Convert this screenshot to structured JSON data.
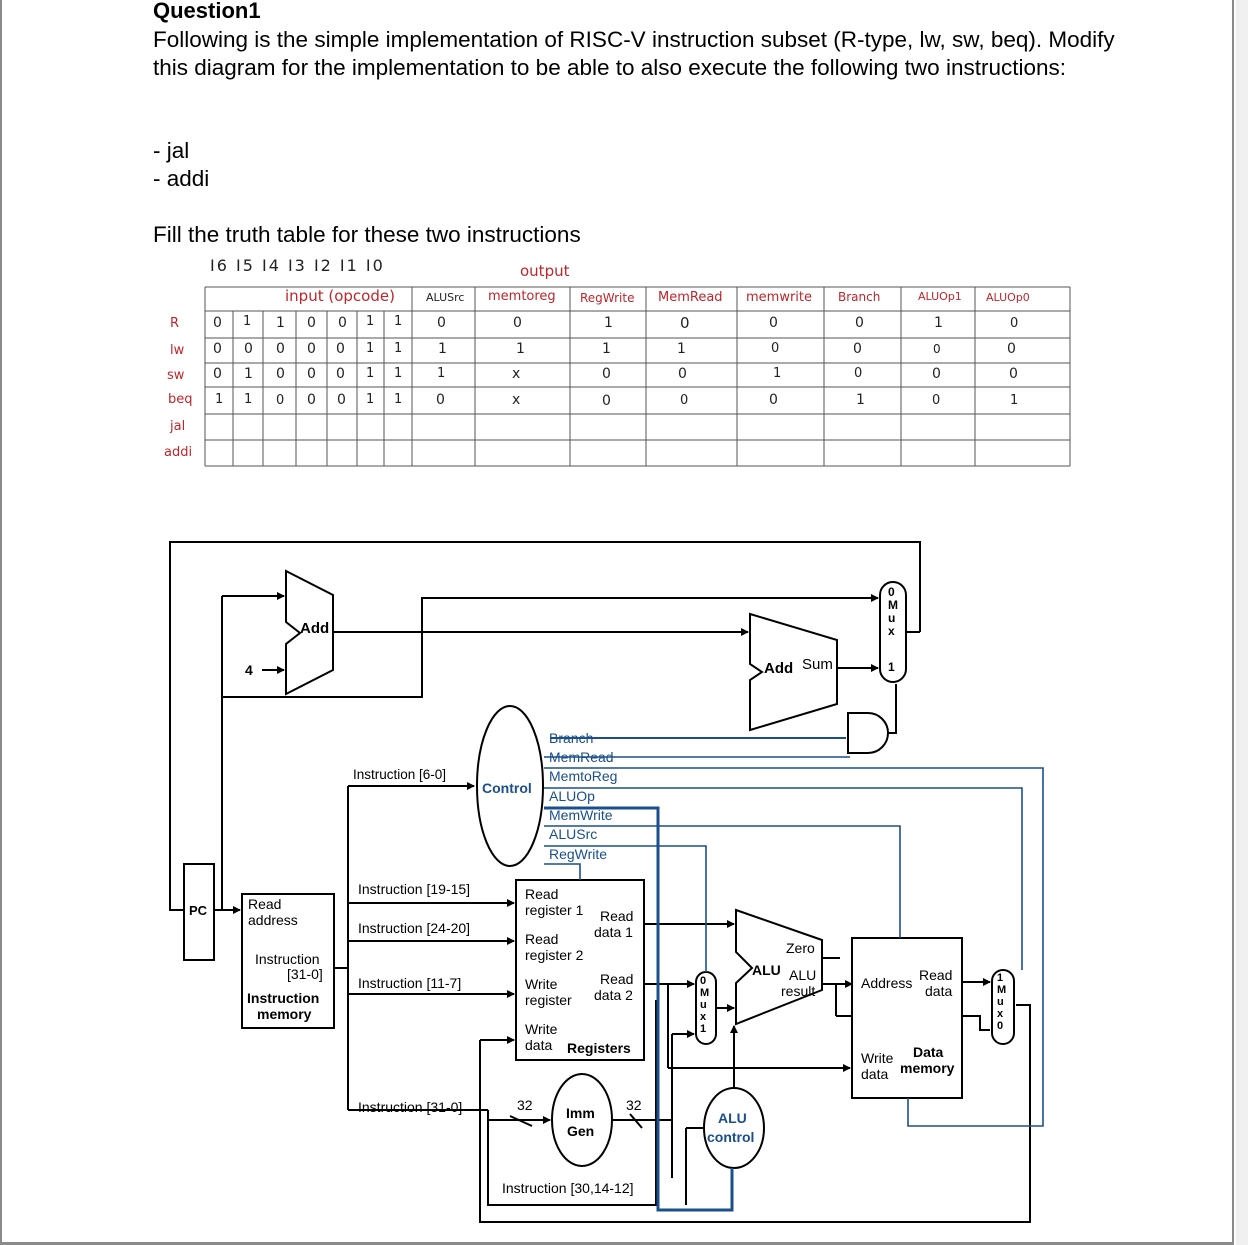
{
  "question": {
    "title": "Question1",
    "paragraph": "Following is the simple implementation of RISC-V instruction subset (R-type, lw, sw, beq). Modify this diagram for the implementation to be able to also execute the following two instructions:",
    "items": [
      "- jal",
      "- addi"
    ],
    "fill_instruction": "Fill the truth table for these two instructions"
  },
  "truth_table": {
    "bit_labels": "I6 I5 I4 I3 I2 I1 I0",
    "output_label": "output",
    "input_label": "input (opcode)",
    "headers": [
      "ALUSrc",
      "memtoreg",
      "RegWrite",
      "MemRead",
      "memwrite",
      "Branch",
      "ALUOp1",
      "ALUOp0"
    ],
    "rows": [
      {
        "name": "R",
        "bits": [
          "0",
          "1",
          "1",
          "0",
          "0",
          "1",
          "1"
        ],
        "outputs": [
          "0",
          "0",
          "1",
          "0",
          "0",
          "0",
          "1",
          "0"
        ]
      },
      {
        "name": "lw",
        "bits": [
          "0",
          "0",
          "0",
          "0",
          "0",
          "1",
          "1"
        ],
        "outputs": [
          "1",
          "1",
          "1",
          "1",
          "0",
          "0",
          "0",
          "0"
        ]
      },
      {
        "name": "sw",
        "bits": [
          "0",
          "1",
          "0",
          "0",
          "0",
          "1",
          "1"
        ],
        "outputs": [
          "1",
          "x",
          "0",
          "0",
          "1",
          "0",
          "0",
          "0"
        ]
      },
      {
        "name": "beq",
        "bits": [
          "1",
          "1",
          "0",
          "0",
          "0",
          "1",
          "1"
        ],
        "outputs": [
          "0",
          "x",
          "0",
          "0",
          "0",
          "1",
          "0",
          "1"
        ]
      },
      {
        "name": "jal",
        "bits": [],
        "outputs": []
      },
      {
        "name": "addi",
        "bits": [],
        "outputs": []
      }
    ]
  },
  "diagram": {
    "add_top": "Add",
    "four": "4",
    "add_branch": "Add",
    "sum": "Sum",
    "mux_top": [
      "0",
      "M",
      "u",
      "x",
      "1"
    ],
    "control": "Control",
    "instr_6_0": "Instruction [6-0]",
    "signals": [
      "Branch",
      "MemRead",
      "MemtoReg",
      "ALUOp",
      "MemWrite",
      "ALUSrc",
      "RegWrite"
    ],
    "pc": "PC",
    "imem_read": "Read",
    "imem_address": "address",
    "imem_instruction": "Instruction",
    "imem_bits": "[31-0]",
    "imem_name1": "Instruction",
    "imem_name2": "memory",
    "instr_19_15": "Instruction [19-15]",
    "instr_24_20": "Instruction [24-20]",
    "instr_11_7": "Instruction [11-7]",
    "instr_31_0": "Instruction [31-0]",
    "reg_read1": "Read",
    "reg_reg1": "register 1",
    "reg_read2": "Read",
    "reg_reg2": "register 2",
    "reg_write": "Write",
    "reg_writereg": "register",
    "reg_writedata1": "Write",
    "reg_writedata2": "data",
    "reg_rd1a": "Read",
    "reg_rd1b": "data 1",
    "reg_rd2a": "Read",
    "reg_rd2b": "data 2",
    "registers": "Registers",
    "mux_alu": [
      "0",
      "M",
      "u",
      "x",
      "1"
    ],
    "alu": "ALU",
    "zero": "Zero",
    "alu_result1": "ALU",
    "alu_result2": "result",
    "dm_address": "Address",
    "dm_read1": "Read",
    "dm_read2": "data",
    "dm_write1": "Write",
    "dm_write2": "data",
    "dm_name1": "Data",
    "dm_name2": "memory",
    "mux_mem": [
      "1",
      "M",
      "u",
      "x",
      "0"
    ],
    "imm_32a": "32",
    "imm_32b": "32",
    "imm1": "Imm",
    "imm2": "Gen",
    "aluctl1": "ALU",
    "aluctl2": "control",
    "instr_30_14_12": "Instruction [30,14-12]"
  }
}
